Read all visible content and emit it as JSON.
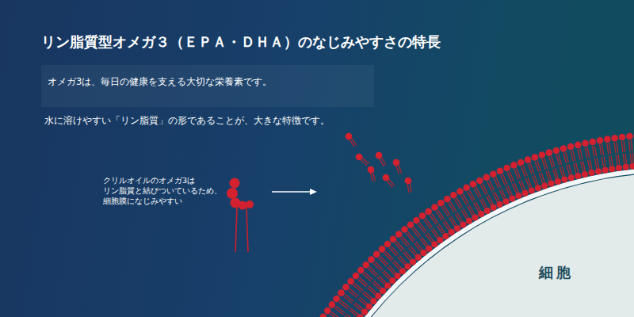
{
  "diagram": {
    "title": "リン脂質型オメガ３（ＥＰＡ・ＤＨＡ）のなじみやすさの特長",
    "nodes": [
      {
        "text": [
          "オメガ3は、毎日の健康を支える大切な栄養素です。"
        ]
      },
      {
        "text": [
          "細胞"
        ]
      }
    ],
    "labels": [
      "水に溶けやすい「リン脂質」の形であることが、大きな特徴です。",
      "クリルオイルのオメガ3は リン脂質と結びついているため、 細胞膜になじみやすい"
    ]
  }
}
